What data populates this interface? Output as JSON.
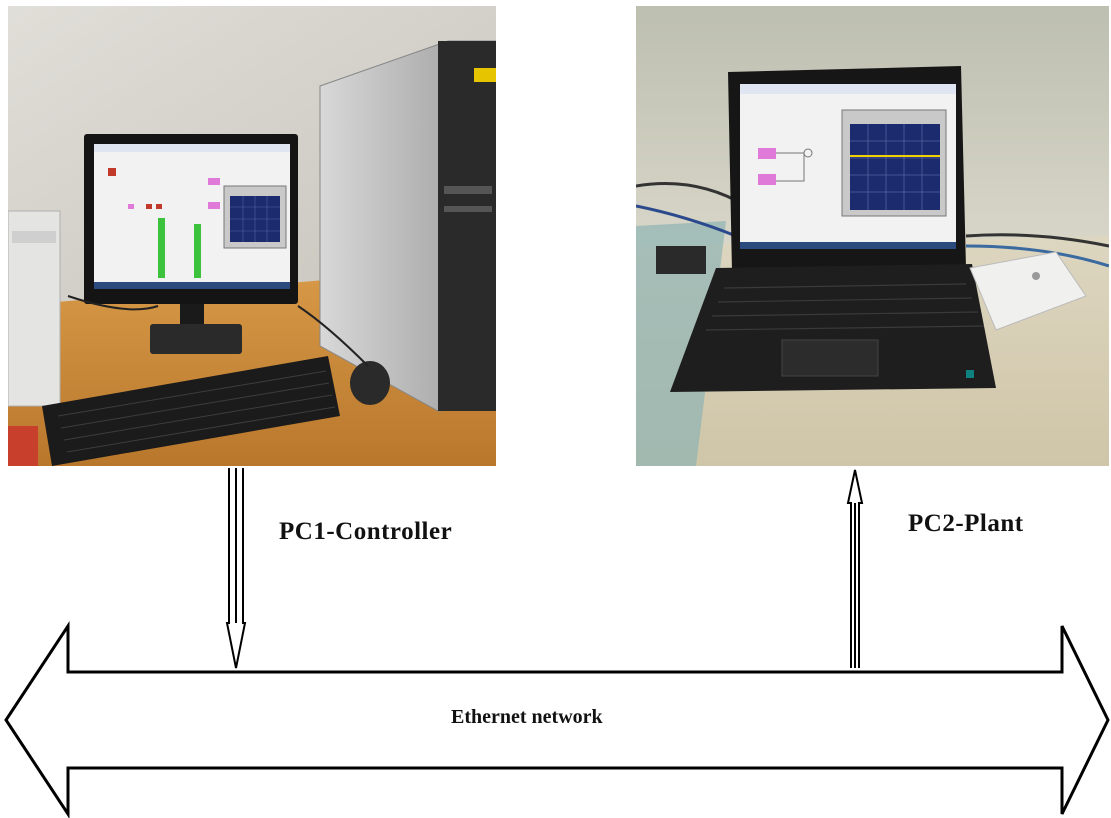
{
  "labels": {
    "controller": "PC1-Controller",
    "plant": "PC2-Plant",
    "network": "Ethernet network"
  },
  "colors": {
    "background": "#ffffff",
    "line": "#000000",
    "pc1_wall": "#d9d6cf",
    "pc1_desk": "#c98a3a",
    "pc1_tower": "#bfbfbf",
    "pc2_wall": "#cfcfbf",
    "pc2_desk": "#d8d0b8",
    "screen_bg": "#f2f2f2",
    "scope_bg": "#1c2a6e",
    "scope_trace": "#f0d000",
    "block_magenta": "#e07ad8",
    "block_green": "#3cc23c"
  }
}
